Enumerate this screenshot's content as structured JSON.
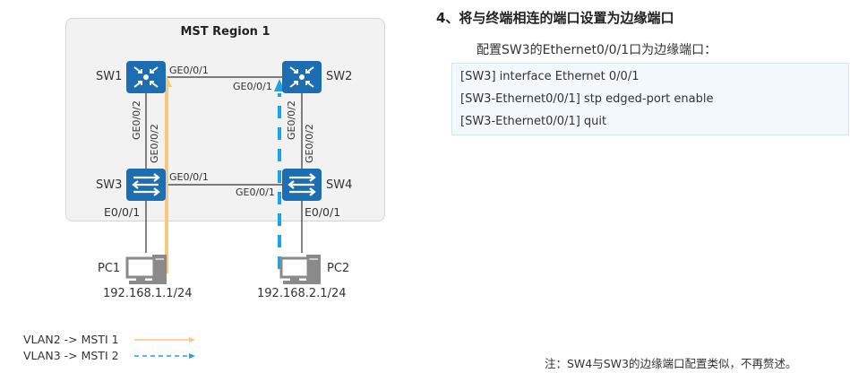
{
  "diagram": {
    "region_title": "MST Region 1",
    "switches": [
      {
        "id": "SW1",
        "type": "router-switch",
        "icon": "core-switch-icon"
      },
      {
        "id": "SW2",
        "type": "router-switch",
        "icon": "core-switch-icon"
      },
      {
        "id": "SW3",
        "type": "switch",
        "icon": "switch-icon"
      },
      {
        "id": "SW4",
        "type": "switch",
        "icon": "switch-icon"
      }
    ],
    "ports": {
      "sw1_sw2_a": "GE0/0/1",
      "sw1_sw2_b": "GE0/0/1",
      "sw3_sw4_a": "GE0/0/1",
      "sw3_sw4_b": "GE0/0/1",
      "sw1_sw3_a": "GE0/0/2",
      "sw1_sw3_b": "GE0/0/2",
      "sw2_sw4_a": "GE0/0/2",
      "sw2_sw4_b": "GE0/0/2",
      "sw3_pc": "E0/0/1",
      "sw4_pc": "E0/0/1"
    },
    "pcs": [
      {
        "name": "PC1",
        "ip": "192.168.1.1/24"
      },
      {
        "name": "PC2",
        "ip": "192.168.2.1/24"
      }
    ],
    "legend": [
      {
        "label": "VLAN2 -> MSTI 1",
        "style": "solid",
        "color": "#f9c77a"
      },
      {
        "label": "VLAN3 -> MSTI 2",
        "style": "dashed",
        "color": "#1ba4e6"
      }
    ]
  },
  "content": {
    "title": "4、将与终端相连的端口设置为边缘端口",
    "subtitle": "配置SW3的Ethernet0/0/1口为边缘端口：",
    "code_lines": [
      "[SW3] interface Ethernet 0/0/1",
      "[SW3-Ethernet0/0/1] stp edged-port enable",
      "[SW3-Ethernet0/0/1] quit"
    ],
    "note": "注：SW4与SW3的边缘端口配置类似，不再赘述。"
  },
  "colors": {
    "device_blue": "#1d6db3",
    "msti1": "#f9c77a",
    "msti2": "#1ba4e6"
  }
}
